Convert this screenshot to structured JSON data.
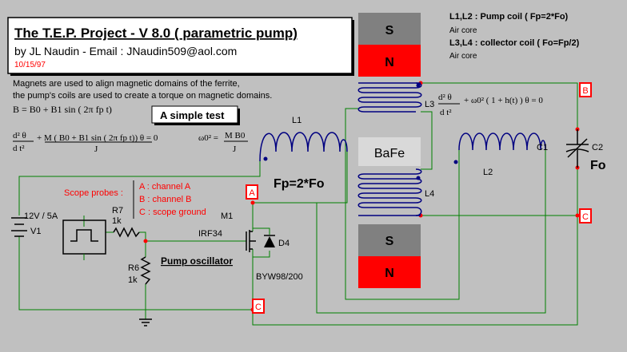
{
  "header": {
    "title": "The T.E.P.  Project - V 8.0 ( parametric pump)",
    "author": "by JL Naudin - Email :  JNaudin509@aol.com",
    "date": "10/15/97"
  },
  "description": {
    "line1": "Magnets are used to align magnetic domains of the ferrite,",
    "line2": "the pump's coils are used to create a torque on magnetic domains."
  },
  "equations": {
    "b_field": "B = B0 + B1 sin ( 2π fp t)",
    "pump_lhs": "d² θ",
    "pump_rhs": "+ M ( B0 + B1 sin ( 2π fp t)) θ = 0",
    "pump_den_left": "d t²",
    "pump_den_right": "J",
    "omega_lhs": "ω0² =",
    "omega_num": "M B0",
    "omega_den": "J",
    "collector_num": "d² θ",
    "collector_rest": "+ ω0² ( 1 + h(t) ) θ = 0",
    "collector_den": "d t²"
  },
  "simple_test_label": "A simple test",
  "legend": {
    "line1": "L1,L2 : Pump coil ( Fp=2*Fo)",
    "line2": "Air core",
    "line3": "L3,L4 : collector coil ( Fo=Fp/2)",
    "line4": "Air core"
  },
  "scope": {
    "title": "Scope probes :",
    "a": "A : channel A",
    "b": "B : channel B",
    "c": "C : scope ground"
  },
  "components": {
    "supply": "12V / 5A",
    "v1": "V1",
    "r7": "R7",
    "r7_val": "1k",
    "r6": "R6",
    "r6_val": "1k",
    "pump_osc": "Pump oscillator",
    "irf": "IRF34",
    "m1": "M1",
    "d4": "D4",
    "byw": "BYW98/200",
    "l1": "L1",
    "l2": "L2",
    "l3": "L3",
    "l4": "L4",
    "c1": "C1",
    "c2": "C2",
    "fo": "Fo",
    "fp": "Fp=2*Fo",
    "bafe": "BaFe",
    "magnet_s": "S",
    "magnet_n": "N"
  },
  "probes": {
    "a": "A",
    "b": "B",
    "c": "C"
  },
  "colors": {
    "background": "#c0c0c0",
    "magnet_s": "#808080",
    "magnet_n": "#ff0000",
    "probe_border": "#ff0000",
    "wire": "#008000",
    "coil": "#000080"
  }
}
